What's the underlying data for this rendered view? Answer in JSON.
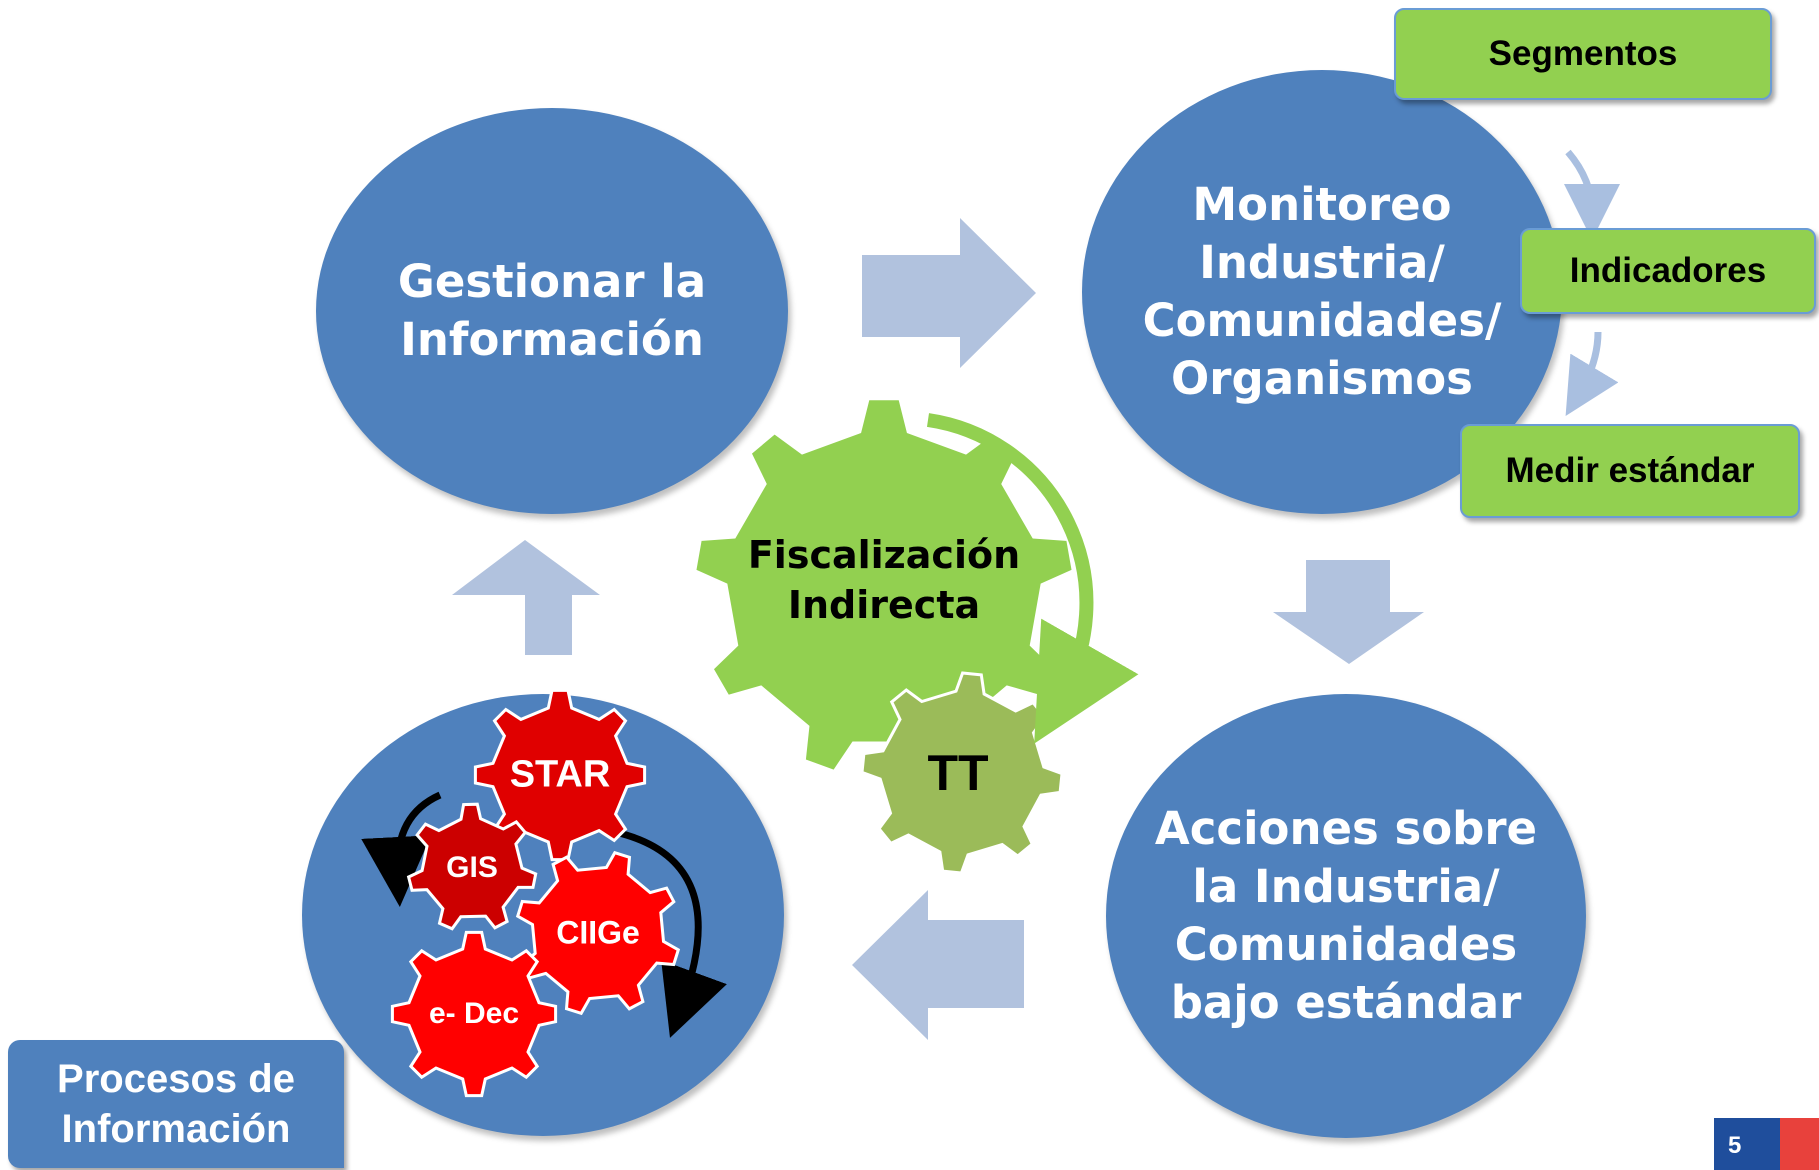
{
  "nodes": {
    "gestionar": "Gestionar la\nInformación",
    "monitoreo": "Monitoreo\nIndustria/\nComunidades/\nOrganismos",
    "acciones": "Acciones sobre\nla Industria/\nComunidades\nbajo estándar"
  },
  "side_steps": {
    "segmentos": "Segmentos",
    "indicadores": "Indicadores",
    "medir": "Medir estándar"
  },
  "center_gears": {
    "fiscalizacion": "Fiscalización\nIndirecta",
    "tt": "TT"
  },
  "process_gears": {
    "star": "STAR",
    "gis": "GIS",
    "ciige": "CIIGe",
    "edec": "e- Dec"
  },
  "procesos_label": "Procesos de\nInformación",
  "page_number": "5",
  "colors": {
    "node_blue": "#4f81bd",
    "arrow_light_blue": "#b1c2de",
    "step_green": "#92d050",
    "gear_green": "#92d050",
    "gear_olive": "#9bbb59",
    "gear_red": "#ff0000",
    "gear_dark_red": "#e00000"
  }
}
